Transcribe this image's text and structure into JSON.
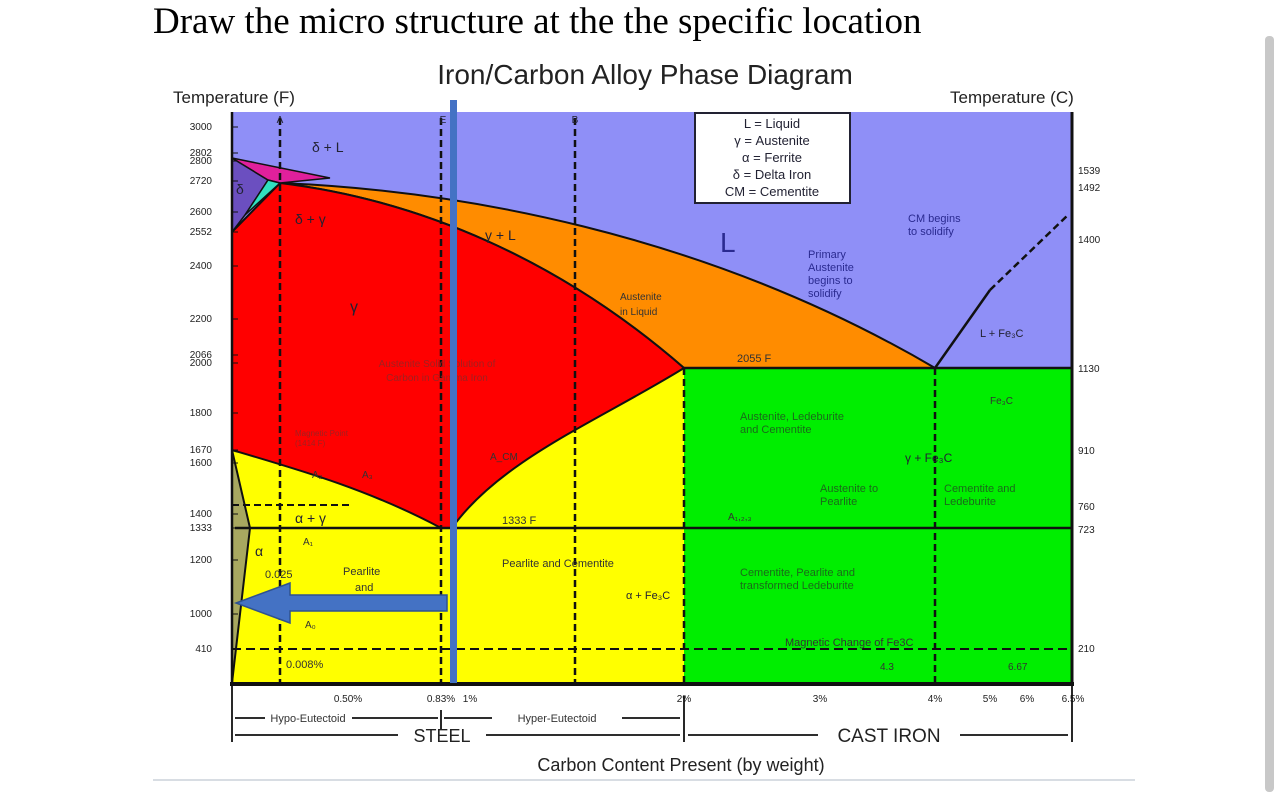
{
  "question": "Draw the micro structure at the the specific location",
  "diagram": {
    "title": "Iron/Carbon Alloy Phase Diagram",
    "left_axis_label": "Temperature (F)",
    "right_axis_label": "Temperature (C)",
    "x_axis_label": "Carbon Content Present (by weight)",
    "left_ticks": [
      "3000",
      "2802",
      "2800",
      "2720",
      "2600",
      "2552",
      "2400",
      "2200",
      "2066",
      "2000",
      "1800",
      "1670",
      "1600",
      "1400",
      "1333",
      "1200",
      "1000",
      "410"
    ],
    "right_ticks": [
      "1539",
      "1492",
      "1400",
      "1130",
      "910",
      "760",
      "723",
      "210"
    ],
    "x_ticks": [
      "0.50%",
      "0.83%",
      "1%",
      "2%",
      "3%",
      "4%",
      "5%",
      "6%",
      "6.5%"
    ],
    "vertical_markers": [
      "A",
      "E",
      "B"
    ],
    "legend": [
      "L  =  Liquid",
      "γ  =  Austenite",
      "α  =  Ferrite",
      "δ  =  Delta Iron",
      "CM  =  Cementite"
    ],
    "regions": {
      "liquid": "L",
      "delta_liquid": "δ + L",
      "delta": "δ",
      "delta_gamma": "δ + γ",
      "gamma_liquid": "γ + L",
      "gamma": "γ",
      "austenite_solution": "Austenite Solid Solution of",
      "austenite_solution2": "Carbon in Gamma Iron",
      "austenite_in_liquid": "Austenite",
      "austenite_in_liquid2": "in Liquid",
      "primary_austenite": [
        "Primary",
        "Austenite",
        "begins to",
        "solidify"
      ],
      "cm_begins": [
        "CM begins",
        "to solidify"
      ],
      "l_fe3c": "L + Fe₃C",
      "t2055": "2055 F",
      "aus_led_cem": [
        "Austenite, Ledeburite",
        "and Cementite"
      ],
      "fe3c": "Fe₃C",
      "gamma_fe3c": "γ + Fe₃C",
      "aus_to_pearlite": [
        "Austenite to",
        "Pearlite"
      ],
      "cem_led": [
        "Cementite and",
        "Ledeburite"
      ],
      "a123": "A₁,₂,₃",
      "cem_pearlite_led": [
        "Cementite, Pearlite and",
        "transformed Ledeburite"
      ],
      "magnetic_change": "Magnetic Change of Fe3C",
      "c43": "4.3",
      "c667": "6.67",
      "magnetic_point": [
        "Magnetic Point",
        "(1414 F)"
      ],
      "a2": "A₂",
      "a3": "A₃",
      "acm": "A_CM",
      "alpha_gamma": "α + γ",
      "a1": "A₁",
      "alpha": "α",
      "c0025": "0.025",
      "pearlite_and": [
        "Pearlite",
        "and"
      ],
      "t1333": "1333 F",
      "pearlite_cementite": "Pearlite and Cementite",
      "alpha_fe3c": "α + Fe₃C",
      "a0": "A₀",
      "c0008": "0.008%"
    },
    "brackets": {
      "hypo": "Hypo-Eutectoid",
      "hyper": "Hyper-Eutectoid",
      "steel": "STEEL",
      "cast_iron": "CAST IRON"
    },
    "colors": {
      "liquid": "#8f8ff7",
      "gamma_liquid": "#ff8c00",
      "gamma": "#ff0000",
      "yellow": "#ffff00",
      "green": "#00ee00",
      "delta": "#6b4fc0",
      "delta_liquid": "#e0209c",
      "delta_gamma": "#30e0c0",
      "alpha": "#a8a860",
      "annotation": "#4472c4"
    }
  }
}
